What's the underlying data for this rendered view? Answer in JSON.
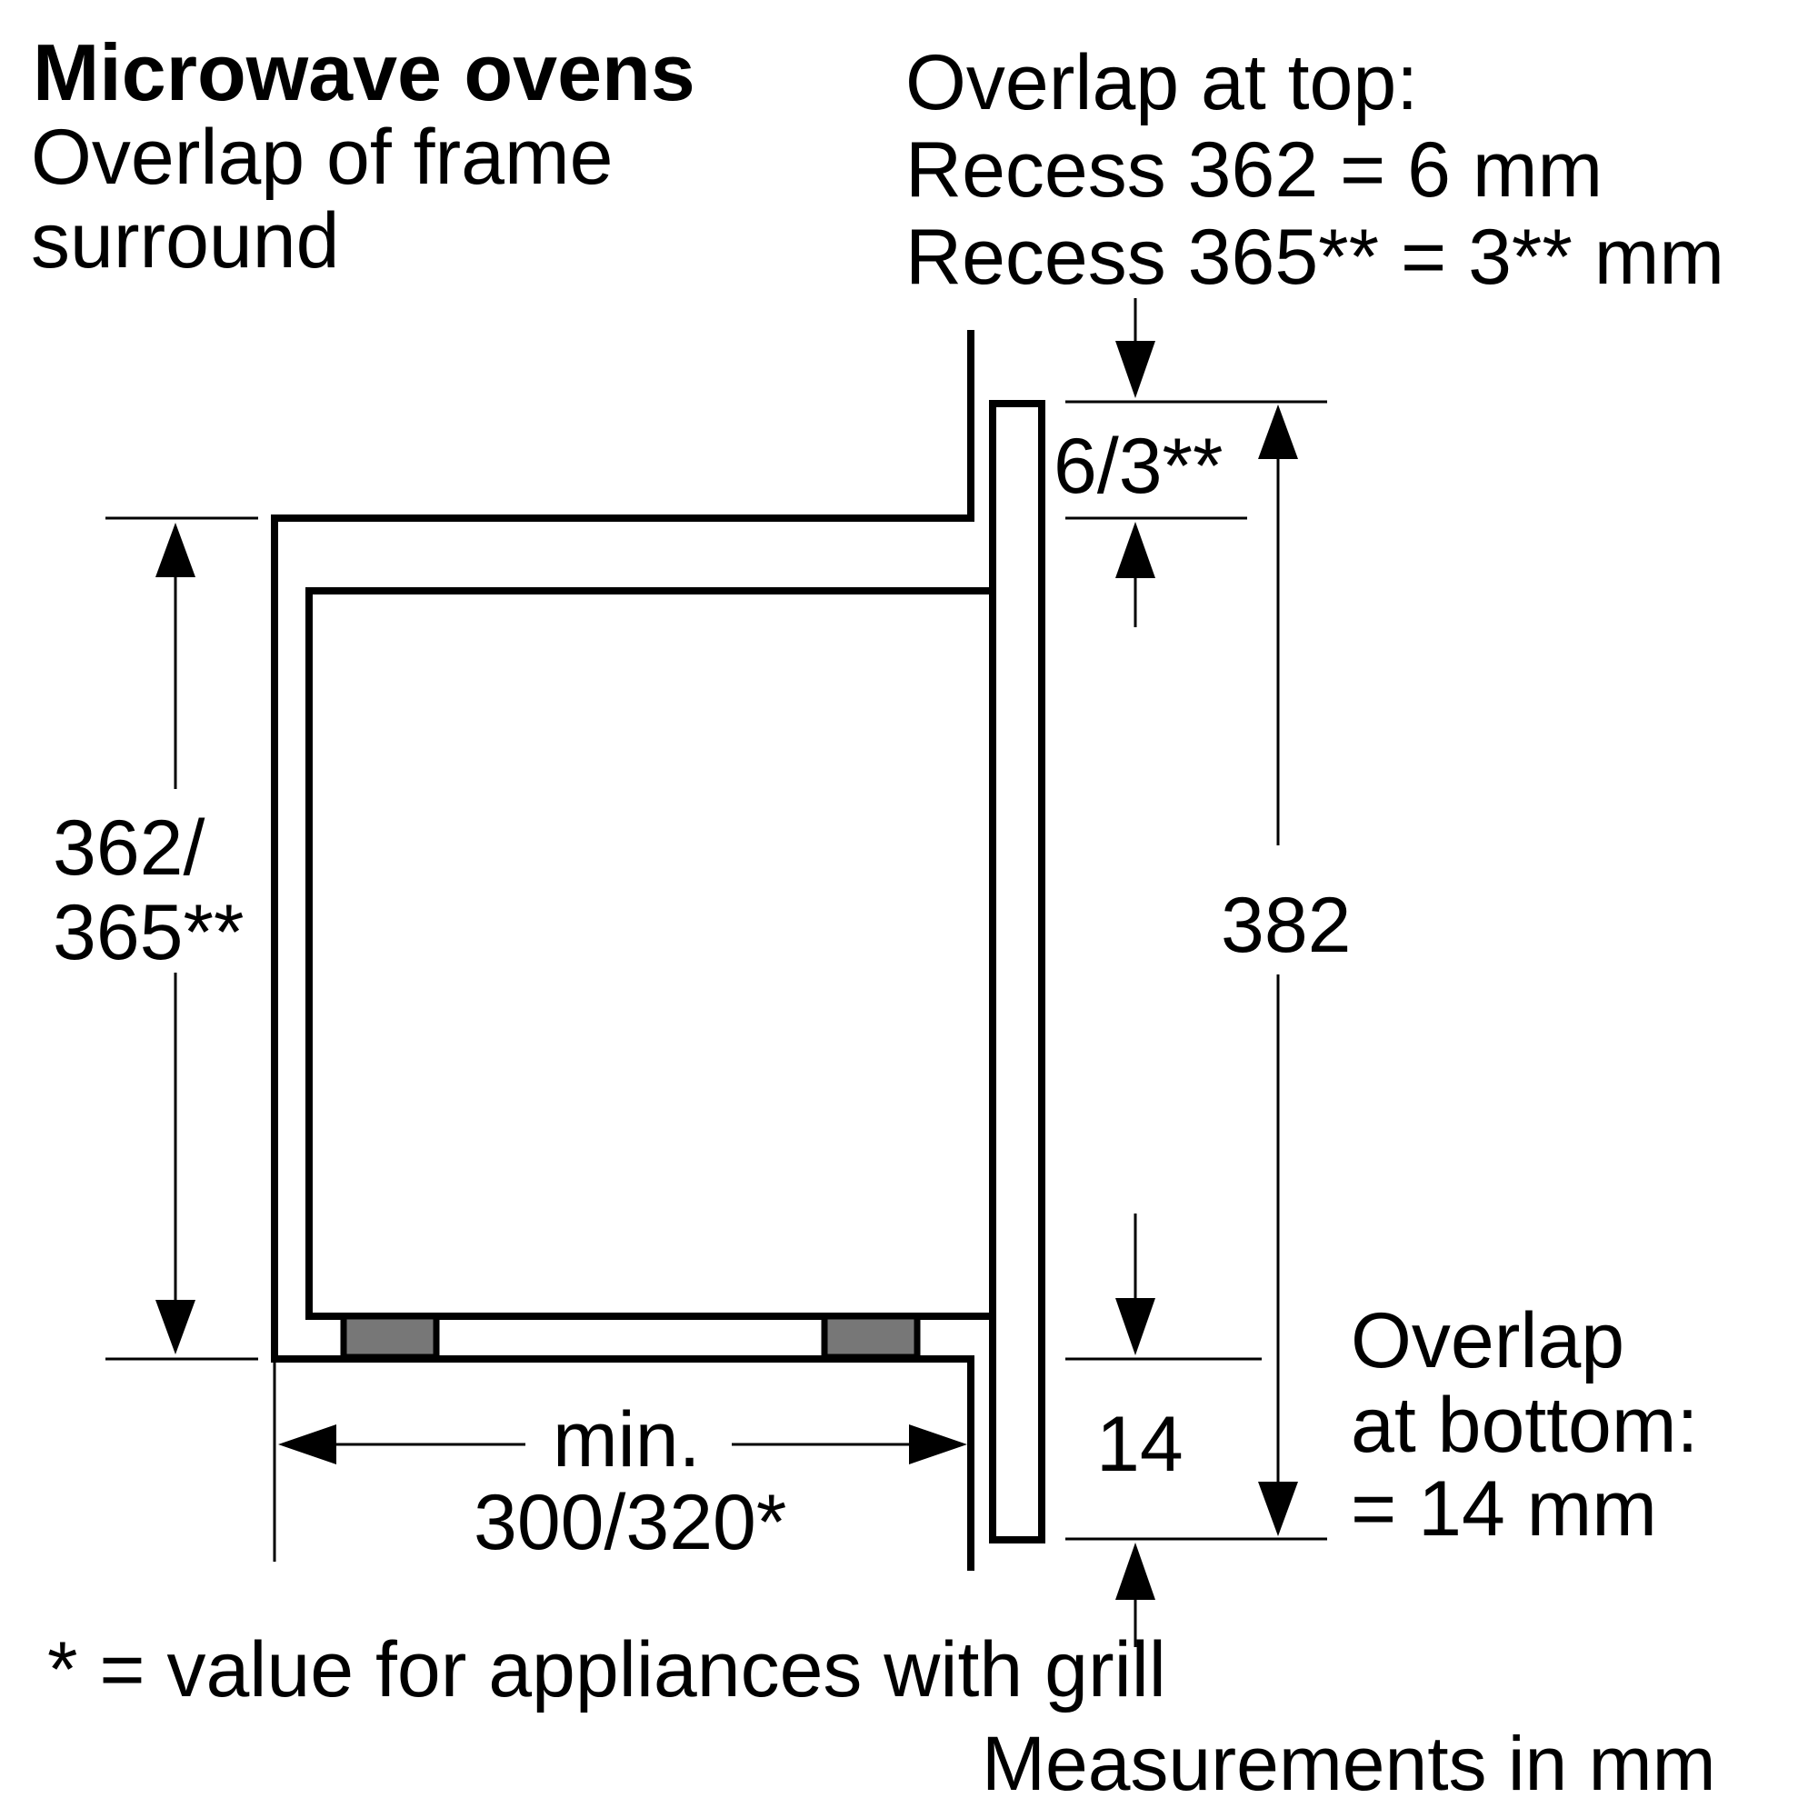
{
  "header": {
    "title": "Microwave ovens",
    "subtitle_line1": "Overlap of frame",
    "subtitle_line2": "surround"
  },
  "overlap_top": {
    "heading": "Overlap at top:",
    "line1": "Recess 362 = 6 mm",
    "line2": "Recess 365** = 3** mm"
  },
  "overlap_bottom": {
    "line1": "Overlap",
    "line2": "at bottom:",
    "line3": "= 14 mm"
  },
  "dimensions": {
    "top_overlap": "6/3**",
    "recess_height_line1": "362/",
    "recess_height_line2": "365**",
    "frame_height": "382",
    "bottom_overlap": "14",
    "depth_line1": "min.",
    "depth_line2": "300/320*"
  },
  "footnotes": {
    "grill_note": "* = value for appliances with grill",
    "units_note": "Measurements in mm"
  },
  "colors": {
    "line": "#000000",
    "foot_fill": "#777777",
    "background": "#ffffff"
  }
}
